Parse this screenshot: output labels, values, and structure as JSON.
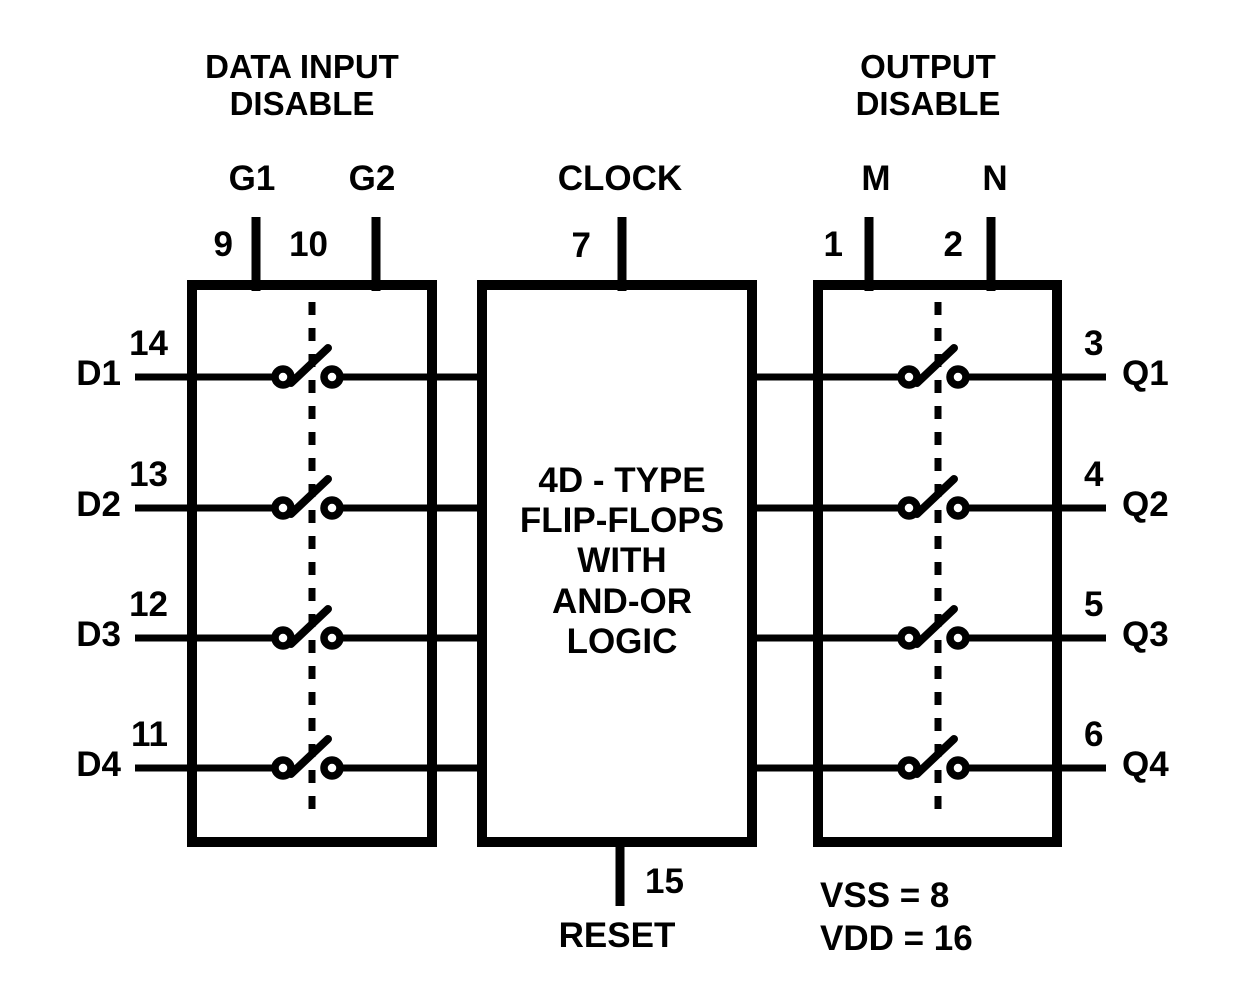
{
  "diagram": {
    "type": "ic-functional-block-diagram",
    "colors": {
      "ink": "#000000",
      "background": "#ffffff"
    },
    "input_block": {
      "heading": [
        "DATA INPUT",
        "DISABLE"
      ],
      "gates": [
        {
          "label": "G1",
          "pin": "9"
        },
        {
          "label": "G2",
          "pin": "10"
        }
      ],
      "rows": [
        {
          "signal": "D1",
          "pin": "14"
        },
        {
          "signal": "D2",
          "pin": "13"
        },
        {
          "signal": "D3",
          "pin": "12"
        },
        {
          "signal": "D4",
          "pin": "11"
        }
      ]
    },
    "center_block": {
      "clock": {
        "label": "CLOCK",
        "pin": "7"
      },
      "body_lines": [
        "4D - TYPE",
        "FLIP-FLOPS",
        "WITH",
        "AND-OR",
        "LOGIC"
      ],
      "reset": {
        "label": "RESET",
        "pin": "15"
      }
    },
    "output_block": {
      "heading": [
        "OUTPUT",
        "DISABLE"
      ],
      "gates": [
        {
          "label": "M",
          "pin": "1"
        },
        {
          "label": "N",
          "pin": "2"
        }
      ],
      "rows": [
        {
          "signal": "Q1",
          "pin": "3"
        },
        {
          "signal": "Q2",
          "pin": "4"
        },
        {
          "signal": "Q3",
          "pin": "5"
        },
        {
          "signal": "Q4",
          "pin": "6"
        }
      ]
    },
    "power": {
      "vss": "VSS = 8",
      "vdd": "VDD = 16"
    },
    "icons": {
      "switch": "spst-switch-icon",
      "gang_link": "ganged-dashed-line"
    }
  }
}
